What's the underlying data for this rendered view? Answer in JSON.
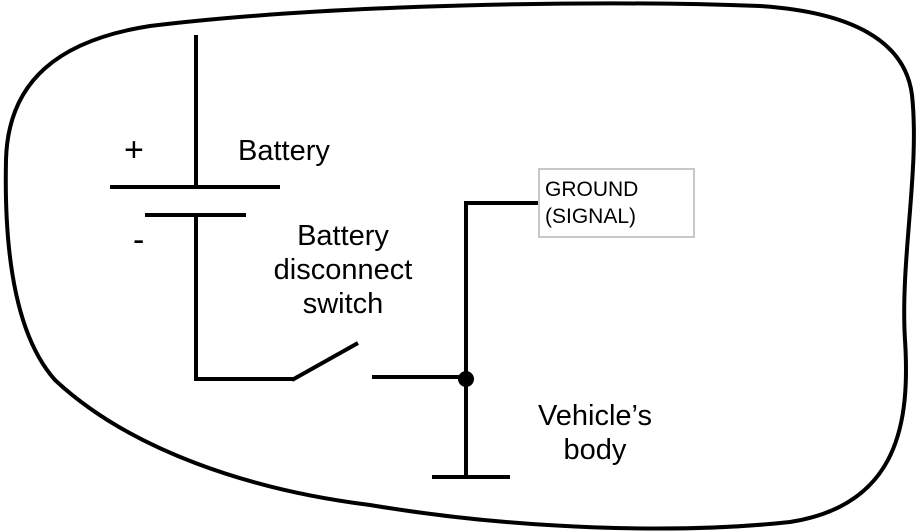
{
  "labels": {
    "plus": "+",
    "minus": "-",
    "battery": "Battery",
    "switch_line1": "Battery",
    "switch_line2": "disconnect",
    "switch_line3": "switch",
    "ground_line1": "GROUND",
    "ground_line2": "(SIGNAL)",
    "body_line1": "Vehicle’s",
    "body_line2": "body"
  },
  "colors": {
    "stroke": "#000000",
    "box_border": "#c8c8c8"
  }
}
